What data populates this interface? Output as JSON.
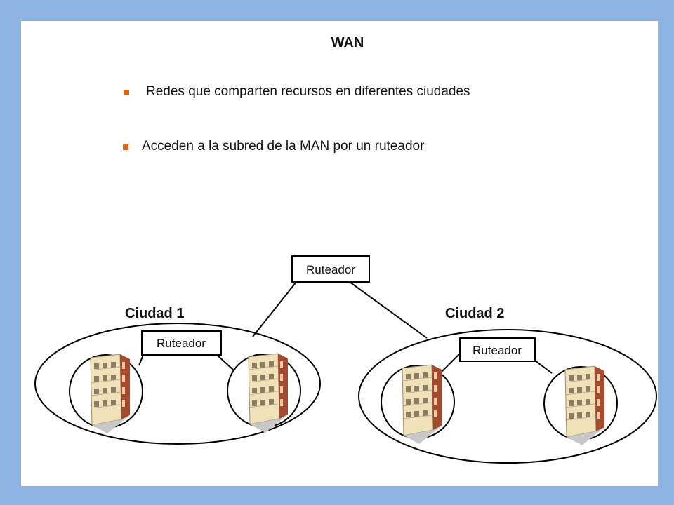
{
  "slide": {
    "title": "WAN",
    "bullets": [
      "Redes que comparten recursos en diferentes ciudades",
      "Acceden a la subred de la MAN por un ruteador"
    ],
    "accent_color": "#e2620f",
    "background_color": "#8fb3e3"
  },
  "diagram": {
    "top_router_label": "Ruteador",
    "cities": [
      {
        "name": "Ciudad 1",
        "router_label": "Ruteador",
        "buildings": 2
      },
      {
        "name": "Ciudad 2",
        "router_label": "Ruteador",
        "buildings": 2
      }
    ],
    "building_icon": "office-building-icon"
  }
}
